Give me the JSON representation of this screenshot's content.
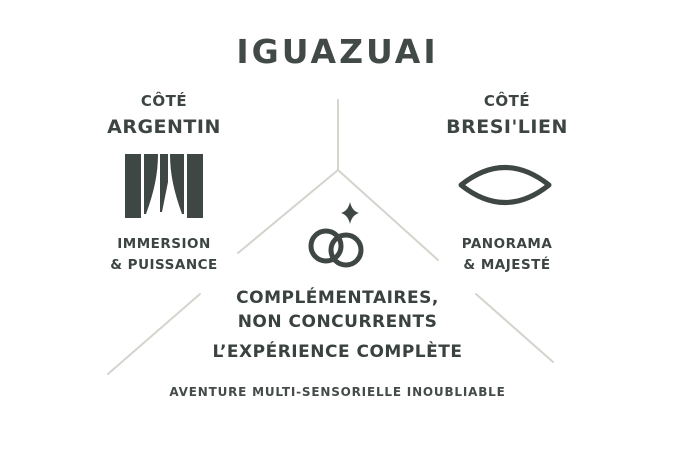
{
  "title": "IGUAZUAI",
  "left": {
    "kicker": "CÔTÉ",
    "name": "ARGENTIN",
    "desc_line1": "IMMERSION",
    "desc_line2": "& PUISSANCE",
    "icon": "waterfall-icon"
  },
  "right": {
    "kicker": "CÔTÉ",
    "name": "BRESI'LIEN",
    "desc_line1": "PANORAMA",
    "desc_line2": "& MAJESTÉ",
    "icon": "eye-icon"
  },
  "center": {
    "line1": "COMPLÉMENTAIRES,",
    "line2": "NON CONCURRENTS",
    "subtitle": "L’EXPÉRIENCE COMPLÈTE",
    "icon": "interlocking-rings-sparkle-icon"
  },
  "footer": "AVENTURE MULTI-SENSORIELLE INOUBLIABLE",
  "colors": {
    "text": "#3d4543",
    "lines": "#d6d3cd",
    "icon": "#3f4745"
  }
}
